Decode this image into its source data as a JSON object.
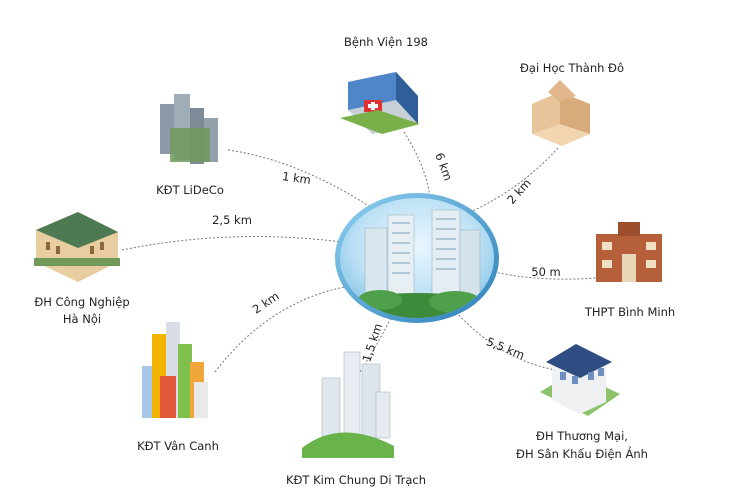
{
  "center": {
    "name": "center-project-image"
  },
  "places": [
    {
      "id": "benh-vien-198",
      "label": "Bệnh Viện 198",
      "distance": "6 km",
      "icon": "hospital-building-icon"
    },
    {
      "id": "dai-hoc-thanh-do",
      "label": "Đại Học Thành Đô",
      "distance": "2 km",
      "icon": "university-building-icon"
    },
    {
      "id": "thpt-binh-minh",
      "label": "THPT Bình Minh",
      "distance": "50 m",
      "icon": "school-building-icon"
    },
    {
      "id": "dh-thuong-mai",
      "label_lines": [
        "ĐH Thương Mại,",
        "ĐH Sân Khấu Điện Ảnh"
      ],
      "distance": "5,5 km",
      "icon": "house-building-icon"
    },
    {
      "id": "kdt-kim-chung",
      "label": "KĐT Kim Chung Di Trạch",
      "distance": "1,5 km",
      "icon": "skyscraper-cluster-icon"
    },
    {
      "id": "kdt-van-canh",
      "label": "KĐT Vân Canh",
      "distance": "2 km",
      "icon": "colorful-towers-icon"
    },
    {
      "id": "dh-cong-nghiep",
      "label_lines": [
        "ĐH Công Nghiệp",
        "Hà Nội"
      ],
      "distance": "2,5 km",
      "icon": "historic-building-icon"
    },
    {
      "id": "kdt-lideco",
      "label": "KĐT LiDeCo",
      "distance": "1 km",
      "icon": "tower-cluster-icon"
    }
  ]
}
